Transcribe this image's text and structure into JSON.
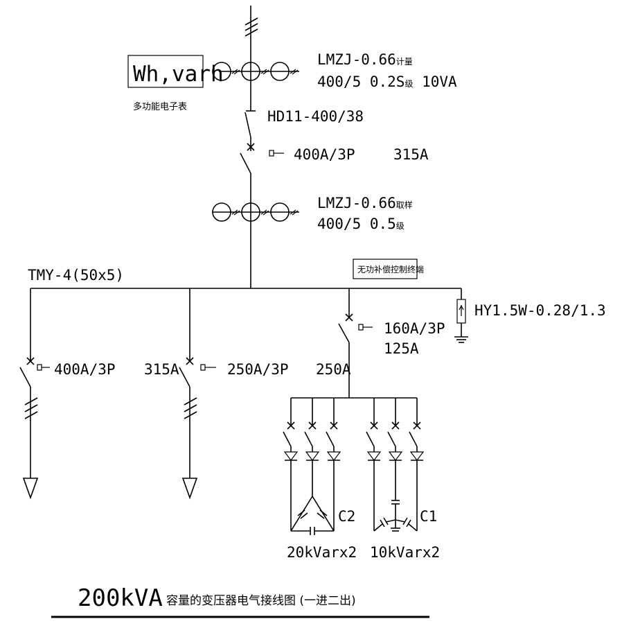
{
  "meter": {
    "box_label": "Wh,varh",
    "caption": "多功能电子表"
  },
  "ct_metering": {
    "model": "LMZJ-0.66",
    "model_suffix": "计量",
    "spec": "400/5 0.2S",
    "spec_suffix": "级",
    "rating": "10VA"
  },
  "switch_main": {
    "label": "HD11-400/38"
  },
  "breaker_main": {
    "rating": "400A/3P",
    "setting": "315A"
  },
  "ct_sampling": {
    "model": "LMZJ-0.66",
    "model_suffix": "取样",
    "spec": "400/5 0.5",
    "spec_suffix": "级"
  },
  "busbar": {
    "label": "TMY-4(50x5)"
  },
  "controller": {
    "label": "无功补偿控制终端"
  },
  "arrester": {
    "label": "HY1.5W-0.28/1.3"
  },
  "feeder_1": {
    "rating": "400A/3P",
    "setting": "315A"
  },
  "feeder_2": {
    "rating": "250A/3P",
    "setting": "250A"
  },
  "compensation": {
    "breaker_rating": "160A/3P",
    "breaker_setting": "125A",
    "group_c2": {
      "name": "C2",
      "capacity": "20kVarx2"
    },
    "group_c1": {
      "name": "C1",
      "capacity": "10kVarx2"
    }
  },
  "title": {
    "capacity": "200kVA",
    "text": "容量的变压器电气接线图 (一进二出)"
  }
}
